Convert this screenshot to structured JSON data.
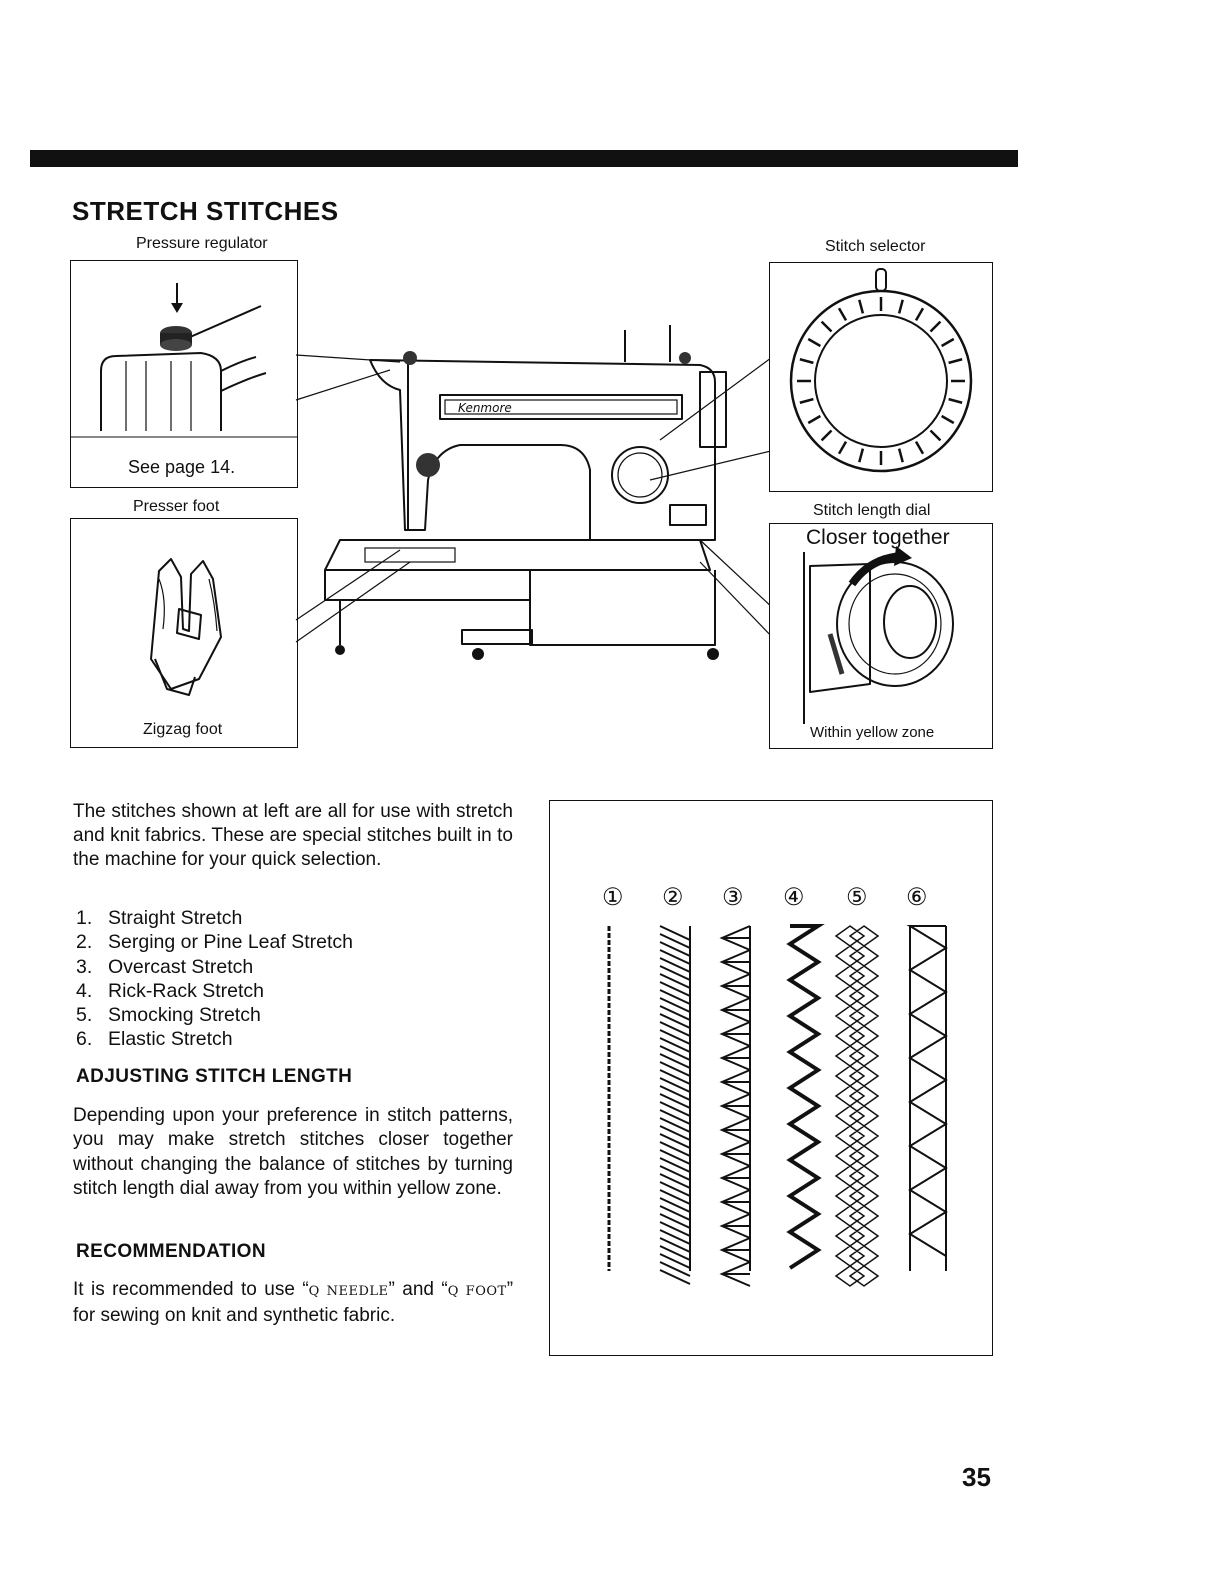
{
  "title": "STRETCH STITCHES",
  "labels": {
    "pressure_regulator": "Pressure regulator",
    "see_page": "See page 14.",
    "presser_foot": "Presser foot",
    "zigzag_foot": "Zigzag foot",
    "stitch_selector": "Stitch selector",
    "stitch_length_dial": "Stitch length dial",
    "closer_together": "Closer together",
    "within_yellow_zone": "Within yellow zone",
    "brand_plate": "Kenmore"
  },
  "intro": "The stitches shown at left are all for use with stretch and knit fabrics. These are special stitches built in to the machine for your quick selection.",
  "stitches": [
    {
      "num": "1.",
      "name": "Straight Stretch"
    },
    {
      "num": "2.",
      "name": "Serging or Pine Leaf Stretch"
    },
    {
      "num": "3.",
      "name": "Overcast Stretch"
    },
    {
      "num": "4.",
      "name": "Rick-Rack Stretch"
    },
    {
      "num": "5.",
      "name": "Smocking Stretch"
    },
    {
      "num": "6.",
      "name": "Elastic Stretch"
    }
  ],
  "adjusting": {
    "heading": "ADJUSTING STITCH LENGTH",
    "text": "Depending upon your preference in stitch patterns, you may make stretch stitches closer together without changing the balance of stitches by turning stitch length dial away from you within yellow zone."
  },
  "recommendation": {
    "heading": "RECOMMENDATION",
    "text_1": "It is recommended to use “",
    "needle": "Q NEEDLE",
    "text_2": "” and “",
    "foot": "Q FOOT",
    "text_3": "” for sewing on knit and synthetic fabric."
  },
  "samples": [
    "①",
    "②",
    "③",
    "④",
    "⑤",
    "⑥"
  ],
  "page_number": "35"
}
